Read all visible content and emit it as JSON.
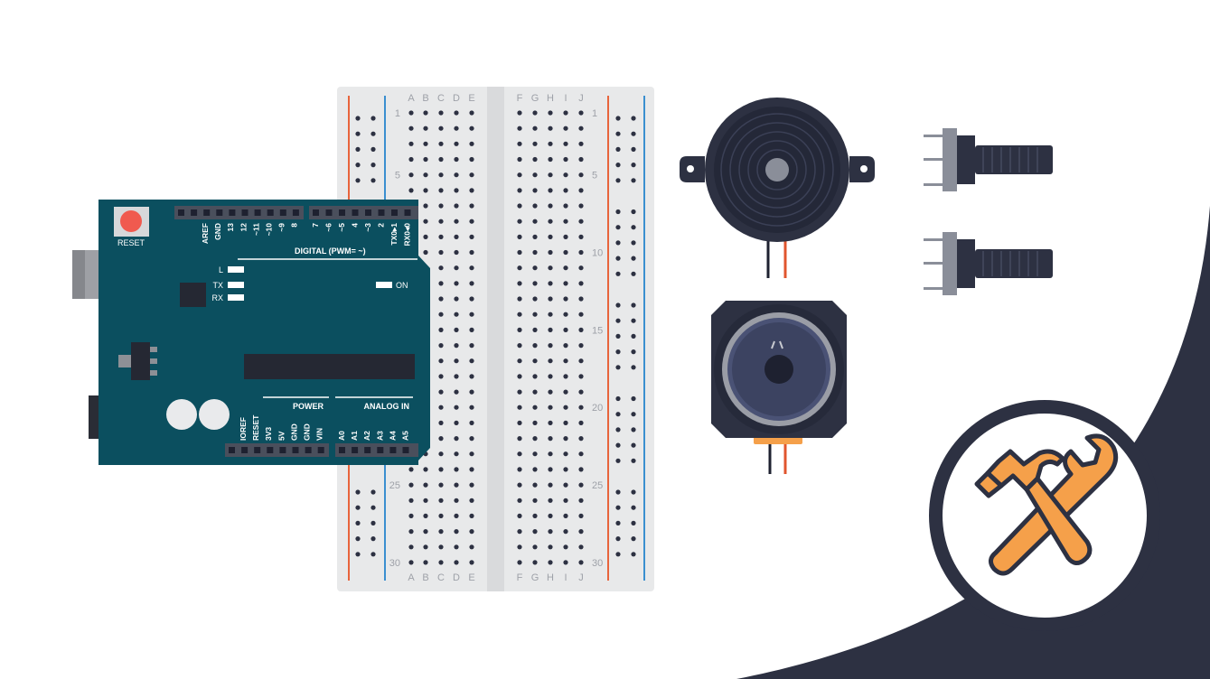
{
  "colors": {
    "background": "#ffffff",
    "dark_navy": "#2d3142",
    "breadboard": "#e8e9ea",
    "breadboard_center": "#d9dadc",
    "hole": "#2d3142",
    "rail_red": "#e8643c",
    "rail_blue": "#3a8fd0",
    "arduino_board": "#0b4f5f",
    "arduino_header": "#4a4f5c",
    "reset_button": "#f05a4f",
    "speaker_cone": "#4a5275",
    "lead_red": "#e0552e",
    "tool_orange": "#f5a04a",
    "badge_white": "#ffffff"
  },
  "breadboard": {
    "columns_left": [
      "A",
      "B",
      "C",
      "D",
      "E"
    ],
    "columns_right": [
      "F",
      "G",
      "H",
      "I",
      "J"
    ],
    "row_numbers": [
      "1",
      "5",
      "10",
      "15",
      "20",
      "25",
      "30"
    ]
  },
  "arduino": {
    "reset_label": "RESET",
    "digital_label": "DIGITAL (PWM=    ~)",
    "power_label": "POWER",
    "analog_label": "ANALOG IN",
    "on_label": "ON",
    "led_labels": [
      "L",
      "TX",
      "RX"
    ],
    "top_pins_a": [
      "AREF",
      "GND",
      "13",
      "12",
      "~11",
      "~10",
      "~9",
      "8"
    ],
    "top_pins_b": [
      "7",
      "~6",
      "~5",
      "4",
      "~3",
      "2",
      "TX0▸1",
      "RX0◂0"
    ],
    "bottom_pins_power": [
      "IOREF",
      "RESET",
      "3V3",
      "5V",
      "GND",
      "GND",
      "VIN"
    ],
    "bottom_pins_analog": [
      "A0",
      "A1",
      "A2",
      "A3",
      "A4",
      "A5"
    ]
  },
  "icons": {
    "piezo": "piezo-buzzer-icon",
    "potentiometer": "potentiometer-icon",
    "speaker": "speaker-icon",
    "tools": "hammer-wrench-icon"
  }
}
